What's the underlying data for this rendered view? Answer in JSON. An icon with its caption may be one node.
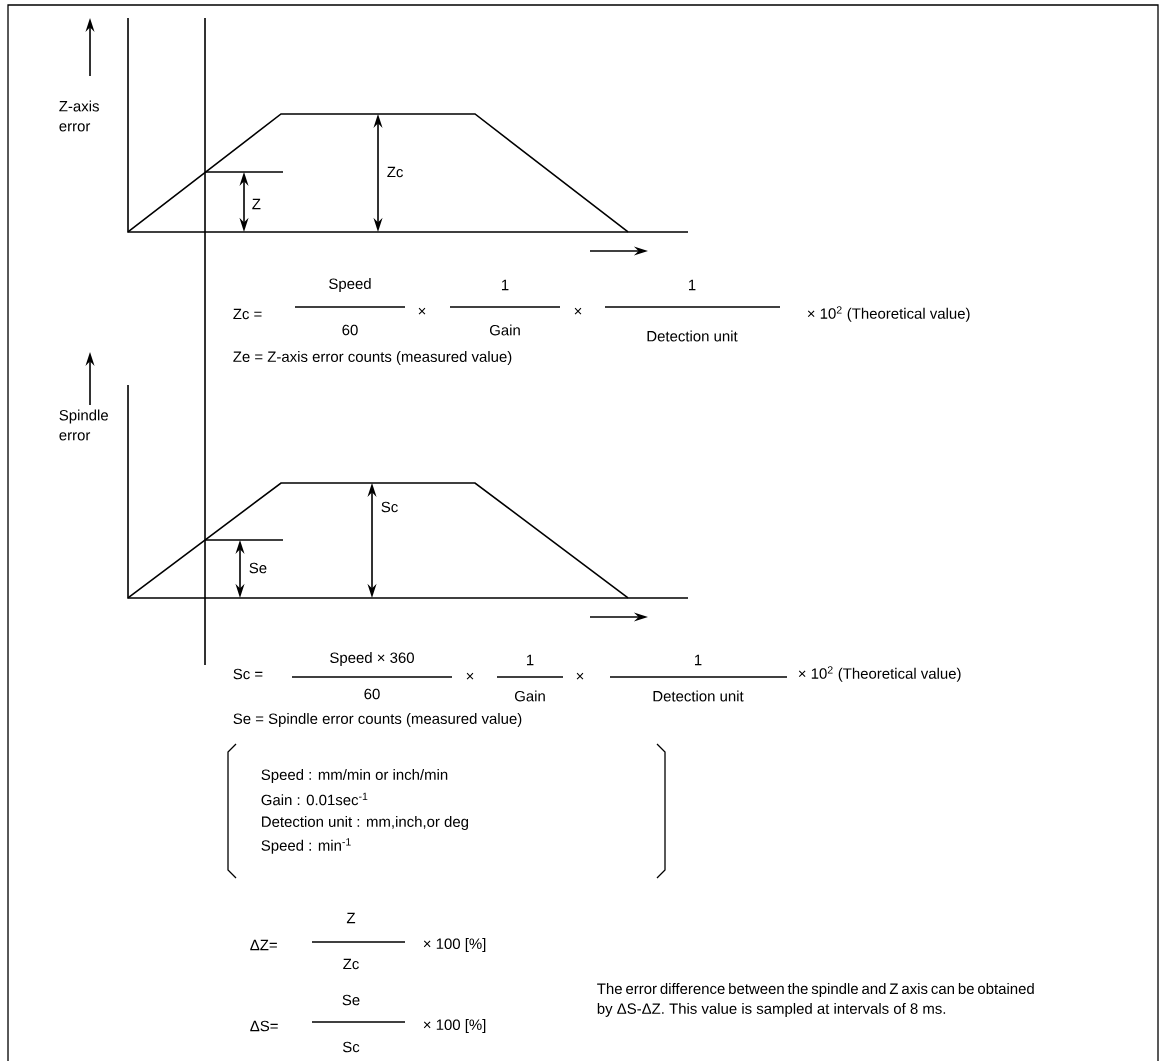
{
  "diagram": {
    "labels": [
      "Z-axis error",
      "Zc",
      "Z",
      "Zc =",
      "Speed",
      "60",
      "×",
      "1",
      "Gain",
      "×",
      "1",
      "Detection unit",
      "× 10$^{2}$ (Theoretical value)",
      "Ze = Z-axis error counts (measured value)",
      "Spindle error",
      "Sc",
      "Se",
      "Sc =",
      "Speed × 360",
      "60",
      "×",
      "1",
      "Gain",
      "×",
      "1",
      "Detection unit",
      "× 10$^{2}$ (Theoretical value)",
      "Se = Spindle error counts (measured value)",
      "Speed : mm/min or inch/min",
      "Gain : 0.01sec$^{-1}$",
      "Detection unit : mm,inch,or deg",
      "Speed : min$^{-1}$",
      "ΔZ=",
      "Z",
      "Zc",
      "× 100 [%]",
      "ΔS=",
      "Se",
      "Sc",
      "× 100 [%]",
      "The error difference between the spindle and Z axis can be obtained by ΔS-ΔZ. This value is sampled at intervals of 8 ms."
    ]
  }
}
